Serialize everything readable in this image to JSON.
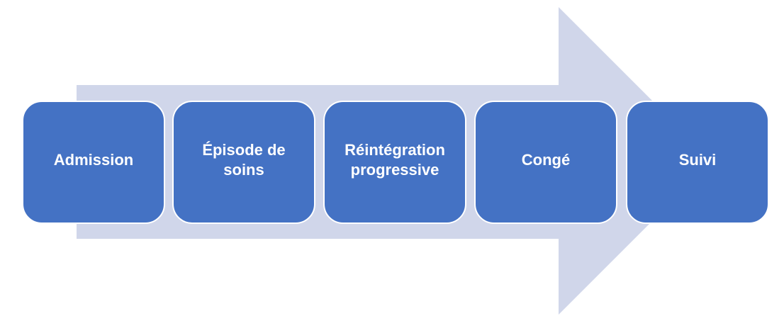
{
  "diagram": {
    "colors": {
      "arrow": "#d0d6ea",
      "step_fill": "#4472c4",
      "step_text": "#ffffff",
      "step_border": "#ffffff"
    },
    "steps": [
      {
        "label": "Admission"
      },
      {
        "label": "Épisode de soins"
      },
      {
        "label": "Réintégration progressive"
      },
      {
        "label": "Congé"
      },
      {
        "label": "Suivi"
      }
    ]
  }
}
